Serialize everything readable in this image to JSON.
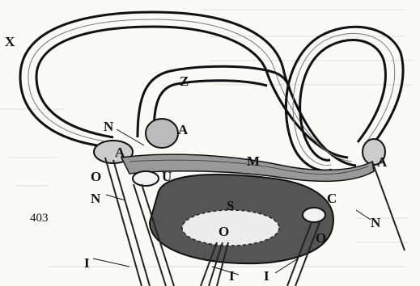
{
  "figure_number": "403",
  "labels": {
    "x": "X",
    "z": "Z",
    "n_top": "N",
    "a_left": "A",
    "a_mid": "A",
    "m": "M",
    "a_right": "A",
    "o_left": "O",
    "u": "U",
    "n_left": "N",
    "s": "S",
    "c": "C",
    "o_center": "O",
    "n_right": "N",
    "o_right": "O",
    "i_left": "I",
    "i_mid": "I",
    "i_right": "I"
  }
}
